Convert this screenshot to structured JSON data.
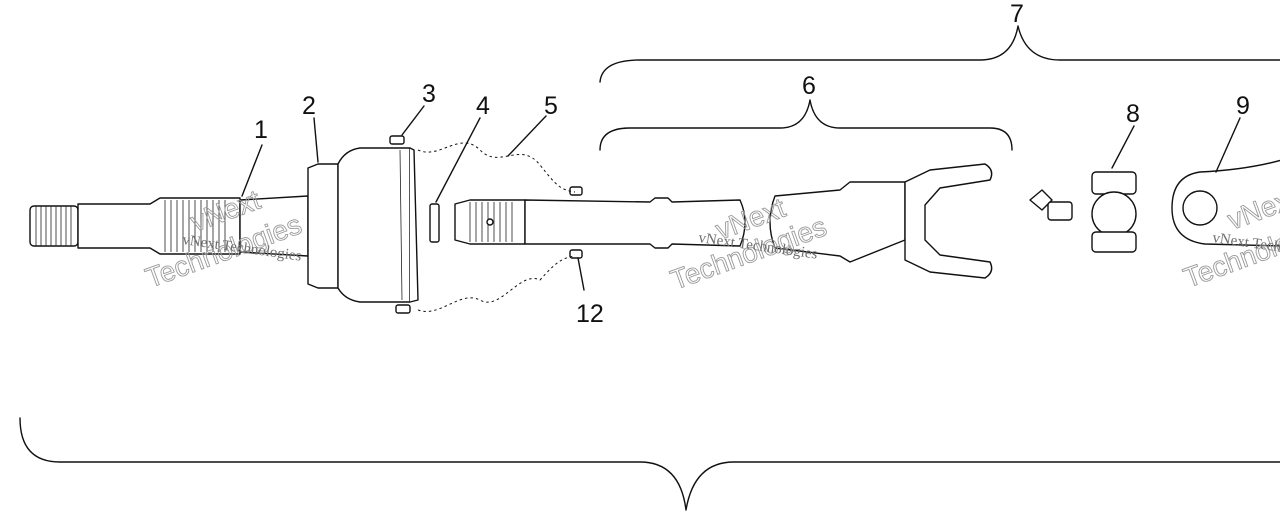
{
  "callouts": {
    "c1": "1",
    "c2": "2",
    "c3": "3",
    "c4": "4",
    "c5": "5",
    "c6": "6",
    "c7": "7",
    "c8": "8",
    "c9": "9",
    "c12": "12"
  },
  "watermark": {
    "line1": "vNext",
    "line2": "Technologies",
    "company": "vNext Technologies"
  }
}
